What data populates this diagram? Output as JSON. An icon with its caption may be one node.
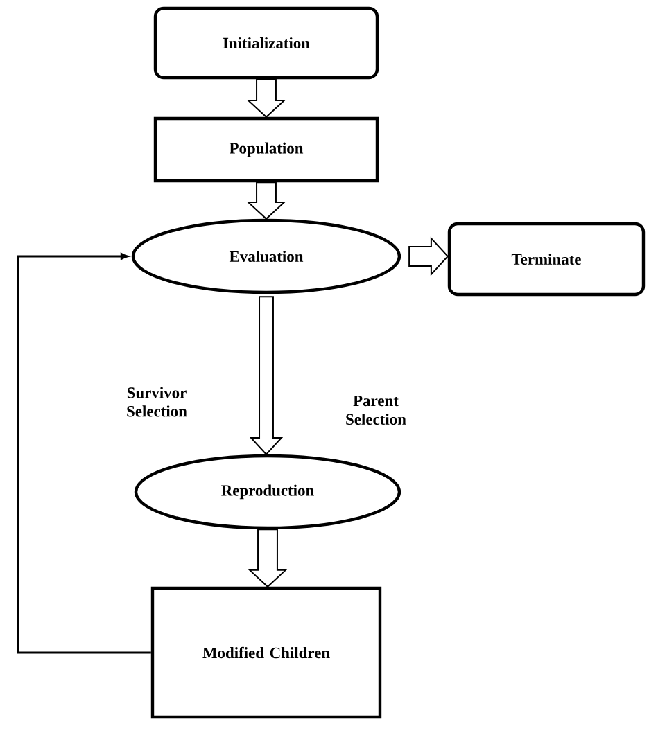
{
  "diagram": {
    "nodes": [
      {
        "text": [
          "Initialization"
        ]
      },
      {
        "text": [
          "Population"
        ]
      },
      {
        "text": [
          "Evaluation"
        ]
      },
      {
        "text": [
          "Terminate"
        ]
      },
      {
        "text": [
          "Reproduction"
        ]
      },
      {
        "text": [
          "Modified Children"
        ]
      }
    ],
    "edges": [
      {
        "from": 0,
        "to": 1,
        "arrow": "to"
      },
      {
        "from": 1,
        "to": 2,
        "arrow": "to"
      },
      {
        "from": 2,
        "to": 3,
        "arrow": "to"
      },
      {
        "from": 2,
        "to": 4,
        "arrow": "to"
      },
      {
        "from": 4,
        "to": 5,
        "arrow": "to"
      },
      {
        "from": 5,
        "to": 2,
        "arrow": "to"
      }
    ],
    "labels": [
      "Survivor Selection",
      "Parent Selection"
    ]
  }
}
